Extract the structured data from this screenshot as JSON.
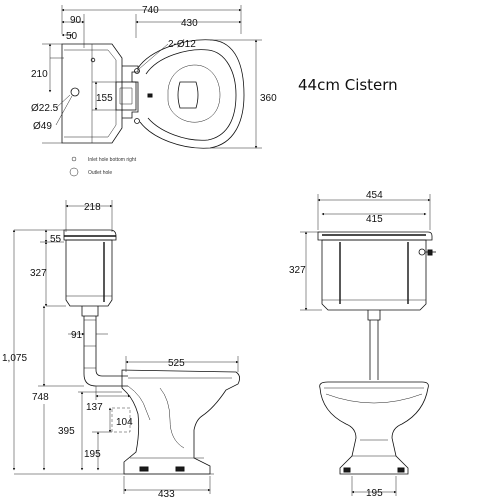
{
  "title": "44cm Cistern",
  "legend": {
    "inlet": "Inlet hole bottom right",
    "outlet": "Outlet hole"
  },
  "top_view": {
    "overall_width": "740",
    "bowl_width": "430",
    "cistern_offset": "90",
    "hole_offset": "50",
    "cistern_depth": "210",
    "bowl_depth": "360",
    "seat_holes": "2-Ø12",
    "bracket_height": "155",
    "inlet_dia": "Ø22.5",
    "outlet_dia": "Ø49"
  },
  "side_view": {
    "cistern_depth": "218",
    "lid_height": "55",
    "cistern_height": "327",
    "overall_height": "1,075",
    "flush_pipe_offset": "91",
    "pan_length": "525",
    "pipe_height": "748",
    "outlet_offset": "137",
    "outlet_height": "104",
    "pan_height": "395",
    "outlet_floor": "195",
    "base_length": "433"
  },
  "front_view": {
    "overall_width": "454",
    "body_width": "415",
    "cistern_height": "327",
    "base_width": "195"
  }
}
